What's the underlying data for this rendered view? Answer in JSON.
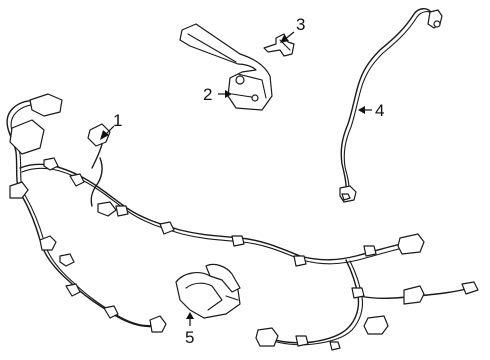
{
  "callouts": [
    {
      "id": 1,
      "text": "1"
    },
    {
      "id": 2,
      "text": "2"
    },
    {
      "id": 3,
      "text": "3"
    },
    {
      "id": 4,
      "text": "4"
    },
    {
      "id": 5,
      "text": "5"
    }
  ],
  "colors": {
    "line": "#1a1a1a",
    "background": "#ffffff"
  }
}
